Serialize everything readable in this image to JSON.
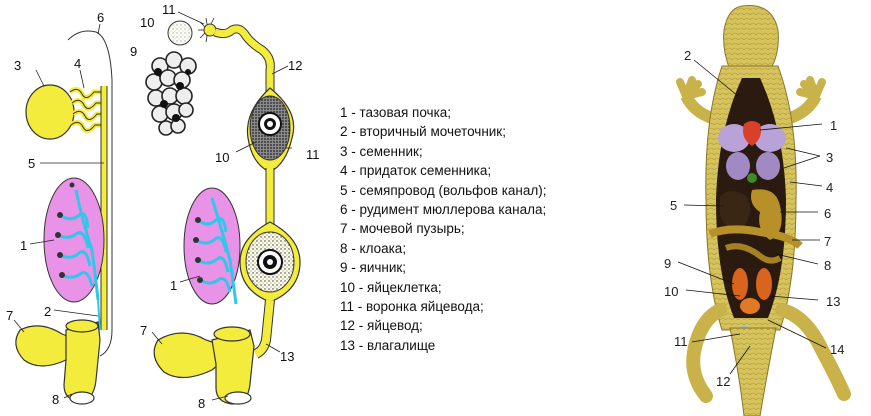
{
  "male_diagram": {
    "labels": [
      "1",
      "2",
      "3",
      "4",
      "5",
      "6",
      "7",
      "8"
    ]
  },
  "female_diagram": {
    "labels": [
      "1",
      "7",
      "8",
      "9",
      "10",
      "11",
      "12",
      "13"
    ]
  },
  "legend": {
    "items": [
      "1 - тазовая почка;",
      "2 - вторичный мочеточник;",
      "3 - семенник;",
      "4 - придаток семенника;",
      "5 - семяпровод (вольфов канал);",
      "6 - рудимент мюллерова канала;",
      "7 - мочевой пузырь;",
      "8 - клоака;",
      "9 - яичник;",
      "10 - яйцеклетка;",
      "11 - воронка яйцевода;",
      "12 - яйцевод;",
      "13 - влагалище"
    ]
  },
  "lizard_diagram": {
    "labels": [
      "1",
      "2",
      "3",
      "4",
      "5",
      "6",
      "7",
      "8",
      "9",
      "10",
      "11",
      "12",
      "13",
      "14"
    ]
  },
  "colors": {
    "yellow": "#f4ec3c",
    "kidney_fill": "#e892e8",
    "kidney_channels": "#30c8e8",
    "lizard_skin": "#d9c25a",
    "lizard_cavity": "#2a1a10"
  }
}
